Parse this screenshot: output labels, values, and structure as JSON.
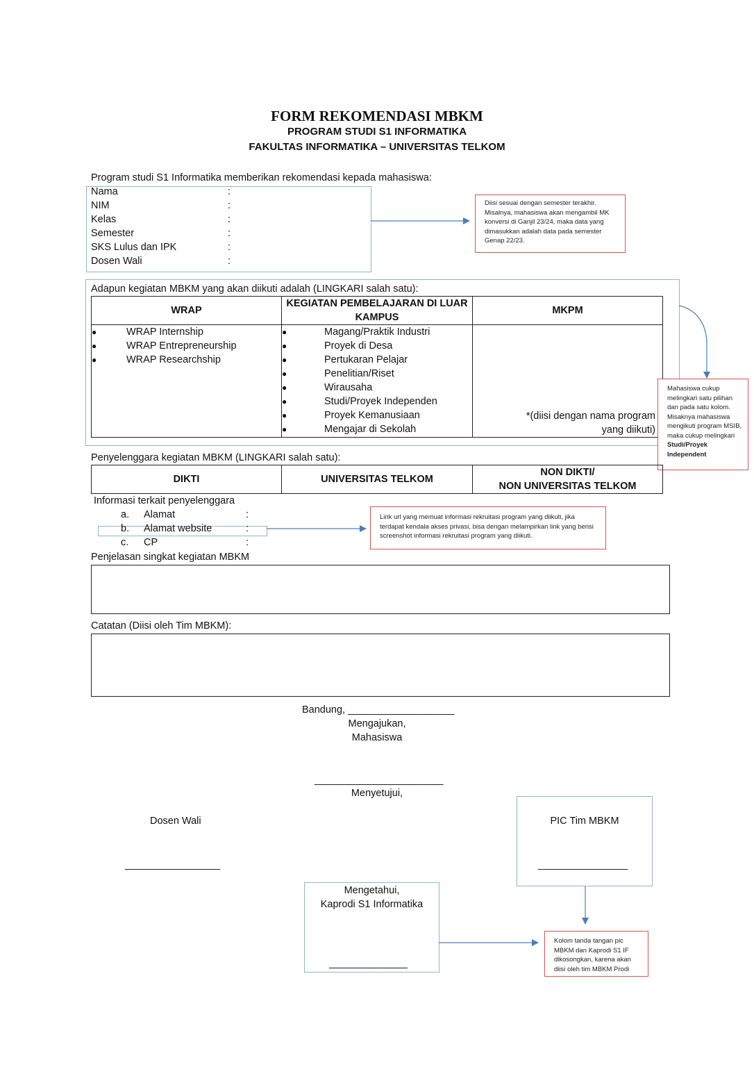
{
  "header": {
    "title": "FORM REKOMENDASI MBKM",
    "subtitle1": "PROGRAM STUDI S1 INFORMATIKA",
    "subtitle2": "FAKULTAS INFORMATIKA – UNIVERSITAS TELKOM"
  },
  "intro": "Program studi S1 Informatika memberikan rekomendasi kepada mahasiswa:",
  "student_fields": [
    {
      "label": "Nama",
      "colon": ":"
    },
    {
      "label": "NIM",
      "colon": ":"
    },
    {
      "label": "Kelas",
      "colon": ":"
    },
    {
      "label": "Semester",
      "colon": ":"
    },
    {
      "label": "SKS Lulus dan IPK",
      "colon": ":"
    },
    {
      "label": "Dosen Wali",
      "colon": ":"
    }
  ],
  "note_semester": "Diisi sesuai dengan semester terakhir. Misalnya, mahasiswa akan mengambil MK konversi di Ganjil 23/24, maka data yang dimasukkan adalah data pada semester Genap 22/23.",
  "activity": {
    "label": "Adapun kegiatan MBKM yang akan diikuti adalah (LINGKARI salah satu):",
    "col_wrap": "WRAP",
    "col_kegiatan": "KEGIATAN PEMBELAJARAN DI LUAR KAMPUS",
    "col_mkpm": "MKPM",
    "wrap_items": [
      "WRAP Internship",
      "WRAP Entrepreneurship",
      "WRAP Researchship"
    ],
    "kegiatan_items": [
      "Magang/Praktik Industri",
      "Proyek di Desa",
      "Pertukaran Pelajar",
      "Penelitian/Riset",
      "Wirausaha",
      "Studi/Proyek Independen",
      "Proyek Kemanusiaan",
      "Mengajar di Sekolah"
    ],
    "mkpm_note_line1": "*(diisi dengan nama program",
    "mkpm_note_line2": "yang diikuti)"
  },
  "note_circle": {
    "text": "Mahasiswa cukup melingkari satu pilihan dan pada satu kolom. Misaknya mahasiswa mengikuti program MSIB, maka cukup melingkari",
    "bold": "Studi/Proyek Independent"
  },
  "organizer": {
    "label": "Penyelenggara kegiatan MBKM (LINGKARI salah satu):",
    "dikti": "DIKTI",
    "telkom": "UNIVERSITAS TELKOM",
    "non_line1": "NON DIKTI/",
    "non_line2": "NON UNIVERSITAS TELKOM"
  },
  "info": {
    "label": "Informasi terkait penyelenggara",
    "items": [
      {
        "letter": "a.",
        "label": "Alamat",
        "colon": ":"
      },
      {
        "letter": "b.",
        "label": "Alamat website",
        "colon": ":"
      },
      {
        "letter": "c.",
        "label": "CP",
        "colon": ":"
      }
    ]
  },
  "note_link": "Link url yang memuat informasi rekruitasi program yang diikuti, jika terdapat kendala akses privasi, bisa dengan melampirkan link yang berisi screenshot informasi rekruitasi program yang diikuti.",
  "penjelasan_label": "Penjelasan singkat kegiatan MBKM",
  "catatan_label": "Catatan (Diisi oleh Tim MBKM):",
  "signature": {
    "city": "Bandung, ___________________",
    "mengajukan": "Mengajukan,",
    "mahasiswa": "Mahasiswa",
    "mhs_line": "_______________________",
    "menyetujui": "Menyetujui,",
    "dosen_wali": "Dosen Wali",
    "dosen_line": "_________________",
    "pic": "PIC Tim MBKM",
    "pic_line": "________________",
    "mengetahui": "Mengetahui,",
    "kaprodi": "Kaprodi S1 Informatika",
    "kaprodi_line": "______________"
  },
  "note_sign": "Kolom tanda tangan pic MBKM dan Kaprodi S1 IF dikosongkan, karena akan diisi oleh tim MBKM Prodi"
}
